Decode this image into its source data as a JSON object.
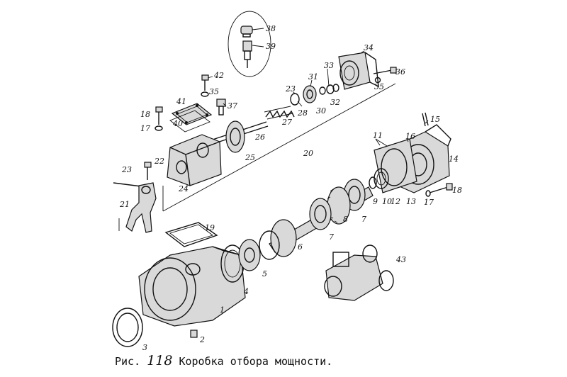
{
  "caption": {
    "prefix": "Рис.",
    "number": "118",
    "text": "Коробка отбора мощности."
  },
  "callouts": [
    {
      "label": "38"
    },
    {
      "label": "39"
    },
    {
      "label": "34"
    },
    {
      "label": "36"
    },
    {
      "label": "33"
    },
    {
      "label": "42"
    },
    {
      "label": "35"
    },
    {
      "label": "31"
    },
    {
      "label": "23"
    },
    {
      "label": "35"
    },
    {
      "label": "41"
    },
    {
      "label": "37"
    },
    {
      "label": "28"
    },
    {
      "label": "30"
    },
    {
      "label": "32"
    },
    {
      "label": "18"
    },
    {
      "label": "40"
    },
    {
      "label": "27"
    },
    {
      "label": "17"
    },
    {
      "label": "26"
    },
    {
      "label": "15"
    },
    {
      "label": "11"
    },
    {
      "label": "16"
    },
    {
      "label": "20"
    },
    {
      "label": "25"
    },
    {
      "label": "22"
    },
    {
      "label": "14"
    },
    {
      "label": "23"
    },
    {
      "label": "24"
    },
    {
      "label": "21"
    },
    {
      "label": "18"
    },
    {
      "label": "9"
    },
    {
      "label": "10"
    },
    {
      "label": "12"
    },
    {
      "label": "13"
    },
    {
      "label": "17"
    },
    {
      "label": "8"
    },
    {
      "label": "7"
    },
    {
      "label": "19"
    },
    {
      "label": "7"
    },
    {
      "label": "6"
    },
    {
      "label": "43"
    },
    {
      "label": "5"
    },
    {
      "label": "4"
    },
    {
      "label": "1"
    },
    {
      "label": "2"
    },
    {
      "label": "3"
    }
  ]
}
